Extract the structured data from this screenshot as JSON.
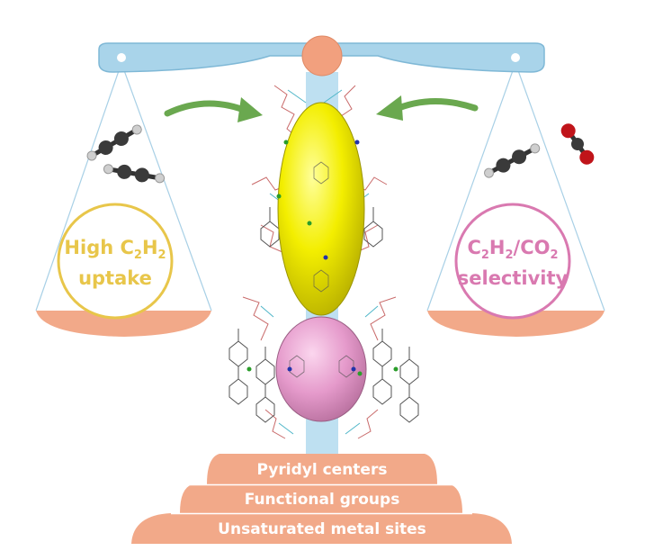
{
  "left_pan": {
    "line1_prefix": "High C",
    "line1_sub1": "2",
    "line1_mid": "H",
    "line1_sub2": "2",
    "line2": "uptake",
    "color": "#e8c64a"
  },
  "right_pan": {
    "line1_a": "C",
    "line1_sub1": "2",
    "line1_b": "H",
    "line1_sub2": "2",
    "line1_c": "/CO",
    "line1_sub3": "2",
    "line2": "selectivity",
    "color": "#d979b0"
  },
  "steps": [
    {
      "label": "Pyridyl centers"
    },
    {
      "label": "Functional groups"
    },
    {
      "label": "Unsaturated metal sites"
    }
  ],
  "colors": {
    "beam": "#a9d4ea",
    "beam_stroke": "#7fb8d6",
    "pivot": "#f2a07e",
    "pan": "#f2a989",
    "base": "#f2a989",
    "arrow": "#6aa84f",
    "yellow_cage": "#f5f000",
    "pink_cage": "#e8a0d0"
  },
  "icons": {
    "pivot": "pivot-circle-icon",
    "arrows": "green-curved-arrow-icon",
    "acetylene": "acetylene-molecule-icon",
    "co2": "co2-molecule-icon"
  }
}
